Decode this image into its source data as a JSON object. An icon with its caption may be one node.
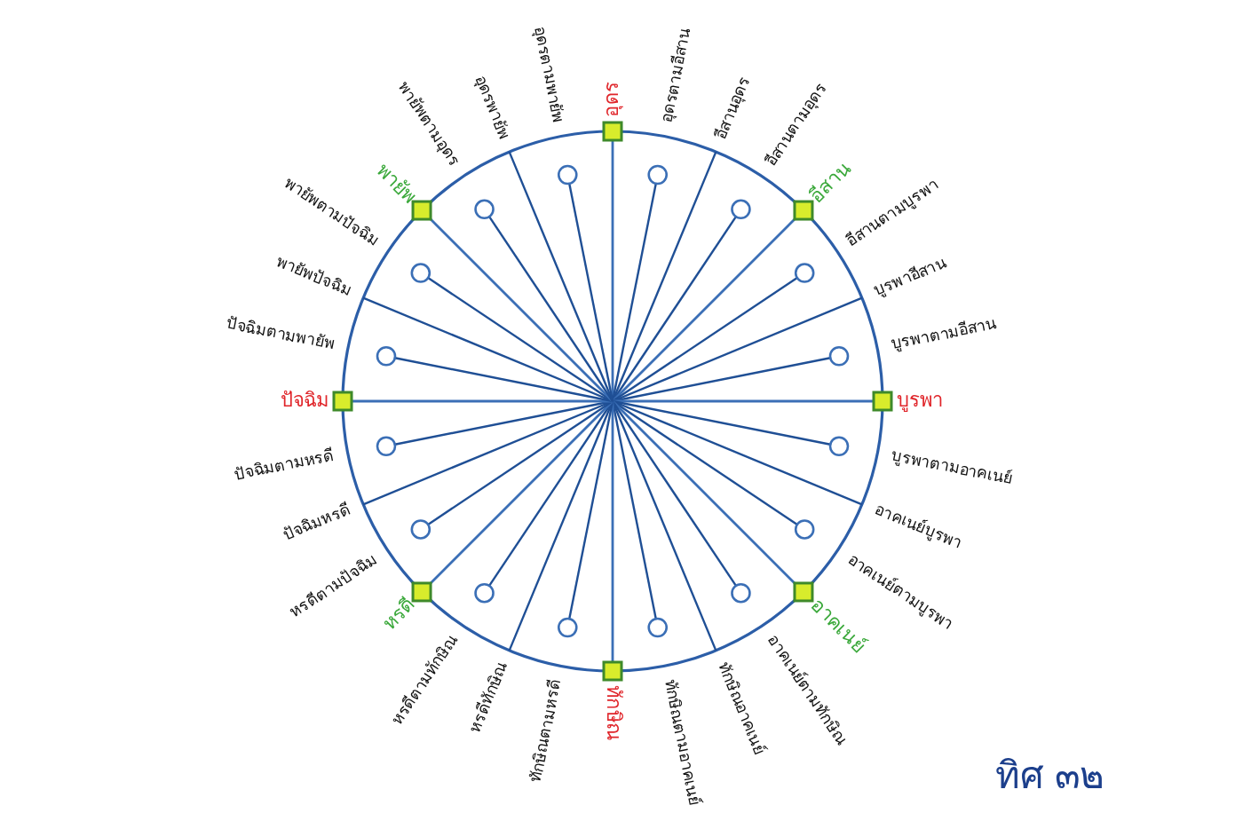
{
  "diagram": {
    "title": "ทิศ ๓๒",
    "labels": [
      "อุดร",
      "อุดรตามอีสาน",
      "อีสานอุดร",
      "อีสานตามอุดร",
      "อีสาน",
      "อีสานตามบูรพา",
      "บูรพาอีสาน",
      "บูรพาตามอีสาน",
      "บูรพา",
      "บูรพาตามอาคเนย์",
      "อาคเนย์บูรพา",
      "อาคเนย์ตามบูรพา",
      "อาคเนย์",
      "อาคเนย์ตามทักษิณ",
      "ทักษิณอาคเนย์",
      "ทักษิณตามอาคเนย์",
      "ทักษิณ",
      "ทักษิณตามหรดี",
      "หรดีทักษิณ",
      "หรดีตามทักษิณ",
      "หรดี",
      "หรดีตามปัจฉิม",
      "ปัจฉิมหรดี",
      "ปัจฉิมตามหรดี",
      "ปัจฉิม",
      "ปัจฉิมตามพายัพ",
      "พายัพปัจฉิม",
      "พายัพตามปัจฉิม",
      "พายัพ",
      "พายัพตามอุดร",
      "อุดรพายัพ",
      "อุดรตามพายัพ"
    ]
  }
}
